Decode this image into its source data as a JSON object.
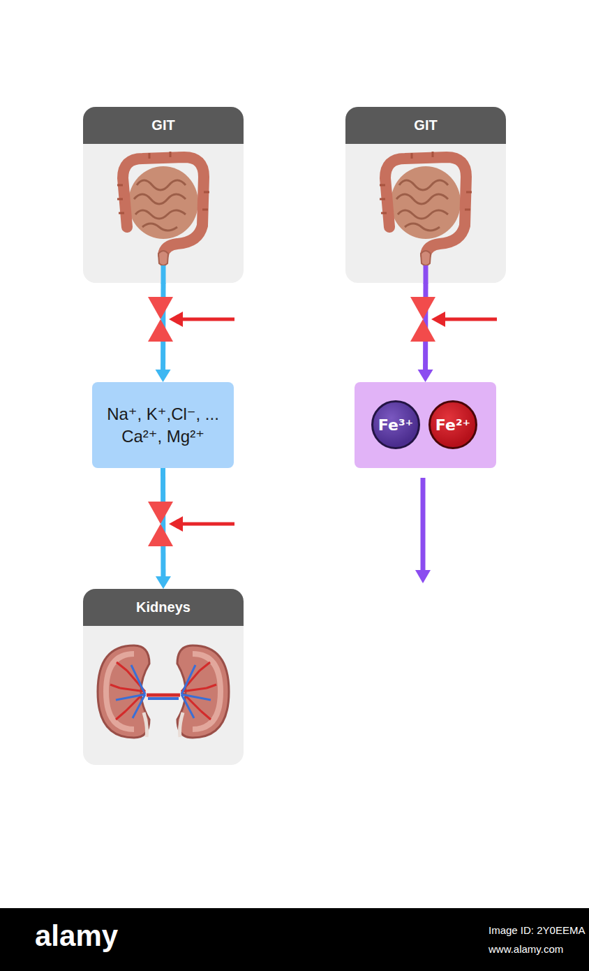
{
  "diagram": {
    "nodes": [
      {
        "text": [
          "GIT"
        ]
      },
      {
        "text": [
          "Na⁺, K⁺,Cl⁻, ... Ca²⁺, Mg²⁺"
        ]
      },
      {
        "text": [
          "Kidneys"
        ]
      },
      {
        "text": [
          "GIT"
        ]
      },
      {
        "text": []
      },
      {
        "text": [
          "Fe³⁺"
        ],
        "in": 4
      },
      {
        "text": [
          "Fe²⁺"
        ],
        "in": 4
      }
    ],
    "edges": [
      {
        "from": 0,
        "to": 1,
        "arrow": "to"
      },
      {
        "from": 1,
        "to": 2,
        "arrow": "to"
      },
      {
        "from": 3,
        "to": 4,
        "arrow": "to"
      }
    ],
    "labels": [
      "alamy",
      "Image ID: 2Y0EEMA",
      "www.alamy.com"
    ]
  }
}
